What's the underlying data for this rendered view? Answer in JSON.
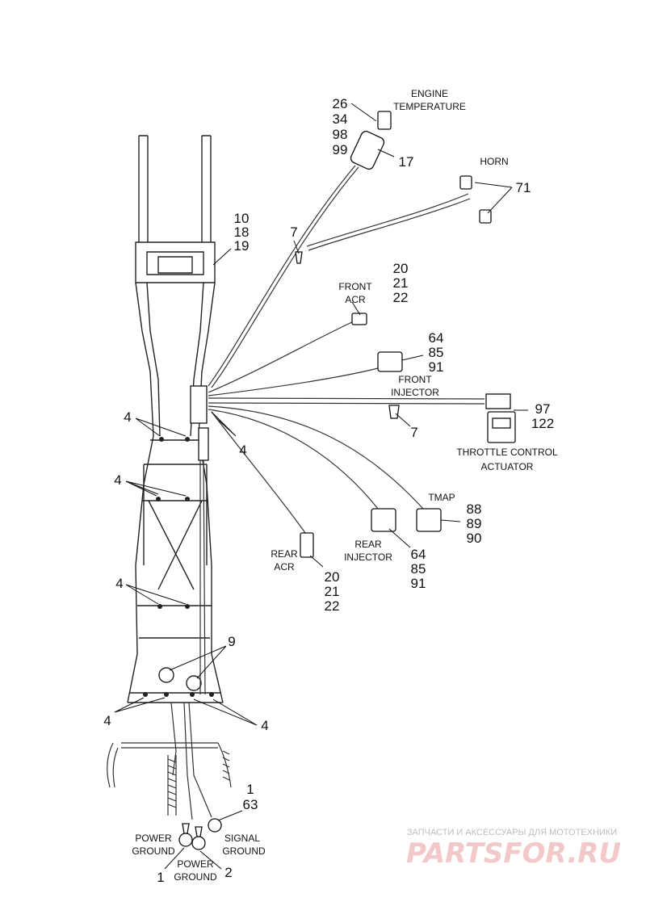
{
  "labels": {
    "engine_temperature": [
      "ENGINE",
      "TEMPERATURE"
    ],
    "horn": "HORN",
    "front_acr": [
      "FRONT",
      "ACR"
    ],
    "front_injector": [
      "FRONT",
      "INJECTOR"
    ],
    "throttle_control_actuator": [
      "THROTTLE CONTROL",
      "ACTUATOR"
    ],
    "tmap": "TMAP",
    "rear_injector": [
      "REAR",
      "INJECTOR"
    ],
    "rear_acr": [
      "REAR",
      "ACR"
    ],
    "power_ground_left": [
      "POWER",
      "GROUND"
    ],
    "power_ground_center": [
      "POWER",
      "GROUND"
    ],
    "signal_ground": [
      "SIGNAL",
      "GROUND"
    ]
  },
  "callouts": {
    "engine_temp_connector": [
      "26",
      "34",
      "98",
      "99"
    ],
    "engine_temp_sensor": "17",
    "horn": "71",
    "frame_harness": [
      "10",
      "18",
      "19"
    ],
    "clip_upper": "7",
    "front_acr": [
      "20",
      "21",
      "22"
    ],
    "front_injector": [
      "64",
      "85",
      "91"
    ],
    "throttle_actuator": [
      "97",
      "122"
    ],
    "clip_middle": "7",
    "tmap": [
      "88",
      "89",
      "90"
    ],
    "rear_injector": [
      "64",
      "85",
      "91"
    ],
    "rear_acr": [
      "20",
      "21",
      "22"
    ],
    "cable_strap": "4",
    "grommet": "9",
    "ground_terminal": [
      "1",
      "63"
    ],
    "power_ground_1": "1",
    "power_ground_2": "2"
  },
  "watermark": {
    "line1": "ЗАПЧАСТИ И АКСЕССУАРЫ ДЛЯ МОТОТЕХНИКИ",
    "line2": "PARTSFOR.RU"
  }
}
